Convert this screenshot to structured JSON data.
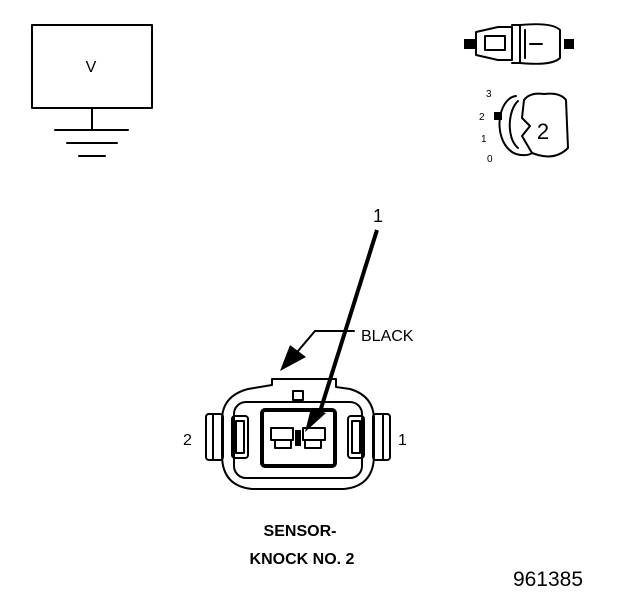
{
  "voltmeter": {
    "symbol": "V"
  },
  "view_indicator": {
    "scale_labels": [
      "3",
      "2",
      "1",
      "0"
    ],
    "view_number": "2"
  },
  "callouts": {
    "terminal_callout": "1",
    "wire_color": "BLACK"
  },
  "connector": {
    "pin_left": "2",
    "pin_right": "1"
  },
  "caption": {
    "line1": "SENSOR-",
    "line2": "KNOCK NO. 2"
  },
  "figure_id": "961385"
}
